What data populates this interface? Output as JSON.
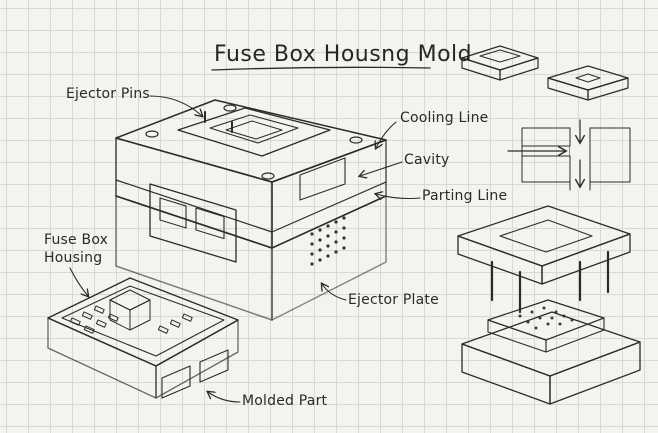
{
  "title": "Fuse Box Housng Mold",
  "labels": {
    "ejector_pins": "Ejector Pins",
    "cooling_line": "Cooling Line",
    "cavity": "Cavity",
    "parting_line": "Parting Line",
    "fuse_box_housing_1": "Fuse Box",
    "fuse_box_housing_2": "Housing",
    "ejector_plate": "Ejector Plate",
    "molded_part": "Molded Part"
  },
  "colors": {
    "paper": "#f4f3ef",
    "grid": "#d9d8d3",
    "ink": "#2b2b2b"
  }
}
